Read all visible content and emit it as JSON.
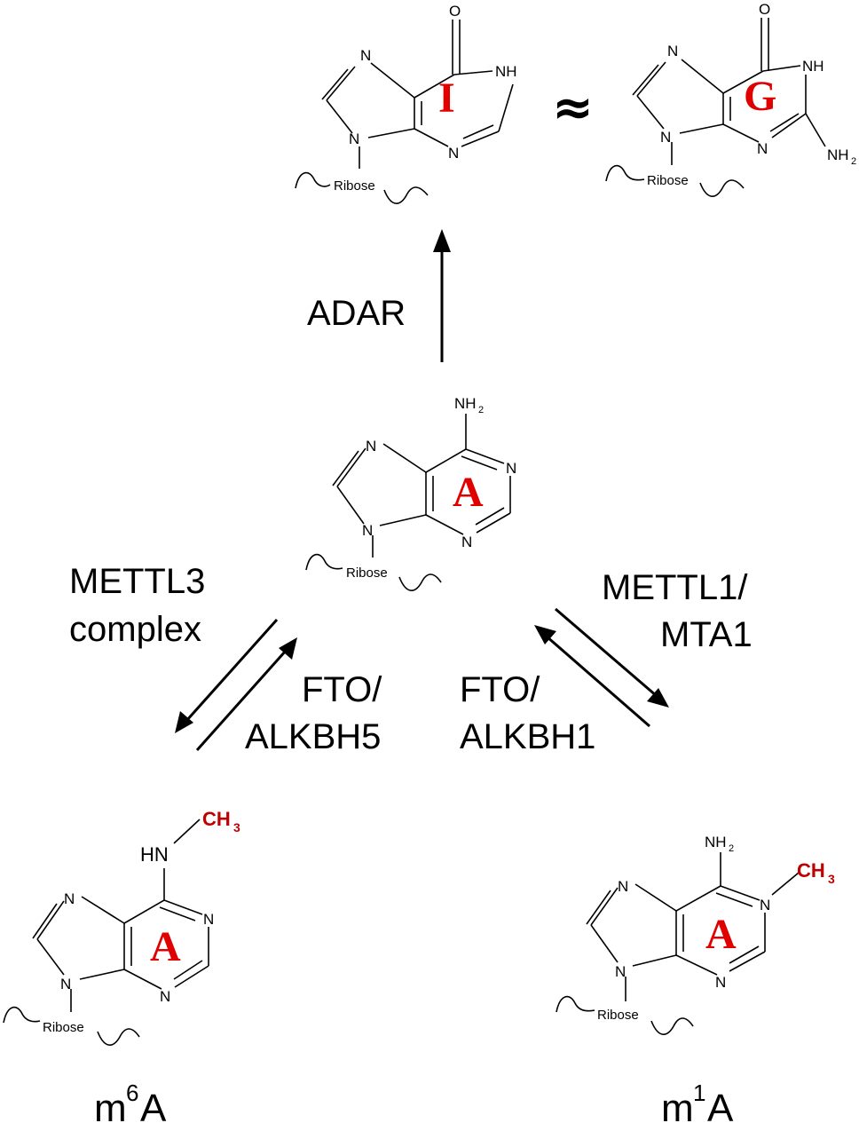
{
  "molecules": {
    "inosine": {
      "letter": "I",
      "atoms": {
        "n7": "N",
        "n9": "N",
        "n1": "NH",
        "n3": "N",
        "o6": "O"
      },
      "ribose": "Ribose"
    },
    "guanosine": {
      "letter": "G",
      "atoms": {
        "n7": "N",
        "n9": "N",
        "n1": "NH",
        "n3": "N",
        "o6": "O",
        "nh2": "NH",
        "nh2_sub": "2"
      },
      "ribose": "Ribose"
    },
    "adenosine": {
      "letter": "A",
      "atoms": {
        "n7": "N",
        "n9": "N",
        "n1": "N",
        "n3": "N",
        "nh2": "NH",
        "nh2_sub": "2"
      },
      "ribose": "Ribose"
    },
    "m6a": {
      "letter": "A",
      "atoms": {
        "n7": "N",
        "n9": "N",
        "n1": "N",
        "n3": "N",
        "hn": "HN"
      },
      "methyl": "CH",
      "methyl_sub": "3",
      "ribose": "Ribose"
    },
    "m1a": {
      "letter": "A",
      "atoms": {
        "n7": "N",
        "n9": "N",
        "n1": "N",
        "n3": "N",
        "nh2": "NH",
        "nh2_sub": "2"
      },
      "methyl": "CH",
      "methyl_sub": "3",
      "ribose": "Ribose"
    }
  },
  "approx_symbol": "≈",
  "enzymes": {
    "adar": "ADAR",
    "mettl3_line1": "METTL3",
    "mettl3_line2": "complex",
    "fto_alkbh5_line1": "FTO/",
    "fto_alkbh5_line2": "ALKBH5",
    "fto_alkbh1_line1": "FTO/",
    "fto_alkbh1_line2": "ALKBH1",
    "mettl1_line1": "METTL1/",
    "mettl1_line2": "MTA1"
  },
  "names": {
    "m6a": {
      "prefix": "m",
      "sup": "6",
      "suffix": "A"
    },
    "m1a": {
      "prefix": "m",
      "sup": "1",
      "suffix": "A"
    }
  }
}
